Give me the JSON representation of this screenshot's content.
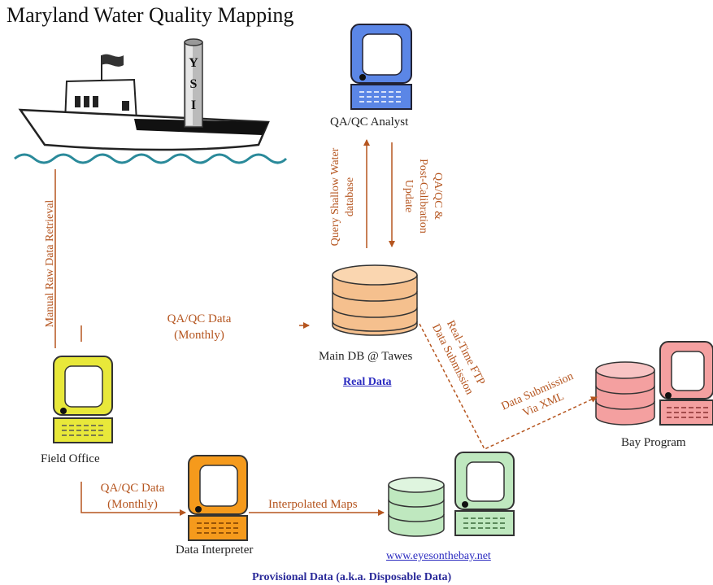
{
  "title": "Maryland Water Quality Mapping",
  "boat": {
    "stack_letters": [
      "Y",
      "S",
      "I"
    ]
  },
  "nodes": {
    "qa_analyst": "QA/QC Analyst",
    "main_db": "Main DB @ Tawes",
    "field_office": "Field Office",
    "data_interpreter": "Data Interpreter",
    "website": "www.eyesonthebay.net",
    "bay_program": "Bay Program"
  },
  "edges": {
    "manual_retrieval": "Manual Raw Data Retrieval",
    "query_shallow": [
      "Query Shallow Water",
      "database"
    ],
    "qaqc_update": [
      "QA/QC &",
      "Post-Calibration",
      "Update"
    ],
    "qaqc_monthly_top": [
      "QA/QC Data",
      "(Monthly)"
    ],
    "realtime_ftp": [
      "Real-Time FTP",
      "Data Submission"
    ],
    "xml_submission": [
      "Data Submission",
      "Via XML"
    ],
    "qaqc_monthly_bottom": [
      "QA/QC Data",
      "(Monthly)"
    ],
    "interpolated_maps": "Interpolated Maps"
  },
  "section_labels": {
    "real_data": "Real Data",
    "provisional_data": "Provisional Data (a.k.a. Disposable Data)"
  },
  "colors": {
    "arrow": "#b5551f",
    "qa_monitor": "#5b86e6",
    "db_orange": "#f5c08e",
    "field_monitor": "#e8e83a",
    "interp_monitor": "#f59a1c",
    "web_green": "#bfe8bf",
    "bay_pink": "#f4a0a0"
  }
}
